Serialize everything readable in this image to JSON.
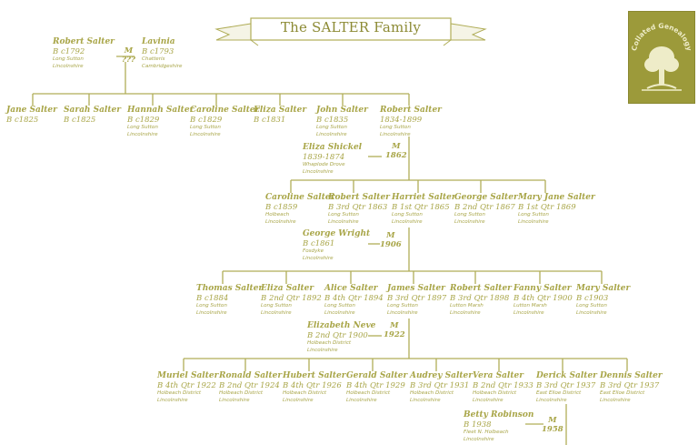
{
  "header": {
    "title": "The SALTER Family",
    "logo_text": "Collated Genealogy"
  },
  "people": [
    {
      "name": "Robert Salter",
      "birth": "B c1792",
      "place": [
        "Long Sutton",
        "Lincolnshire"
      ]
    },
    {
      "name": "Lavinia",
      "birth": "B c1793",
      "place": [
        "Chatteris",
        "Cambridgeshire"
      ]
    },
    {
      "name": "Jane Salter",
      "birth": "B c1825",
      "place": []
    },
    {
      "name": "Sarah Salter",
      "birth": "B c1825",
      "place": []
    },
    {
      "name": "Hannah Salter",
      "birth": "B c1829",
      "place": [
        "Long Sutton",
        "Lincolnshire"
      ]
    },
    {
      "name": "Caroline Salter",
      "birth": "B c1829",
      "place": [
        "Long Sutton",
        "Lincolnshire"
      ]
    },
    {
      "name": "Eliza Salter",
      "birth": "B c1831",
      "place": []
    },
    {
      "name": "John Salter",
      "birth": "B c1835",
      "place": [
        "Long Sutton",
        "Lincolnshire"
      ]
    },
    {
      "name": "Robert Salter",
      "birth": "1834-1899",
      "place": [
        "Long Sutton",
        "Lincolnshire"
      ]
    },
    {
      "name": "Eliza Shickel",
      "birth": "1839-1874",
      "place": [
        "Whaplode Drove",
        "Lincolnshire"
      ]
    },
    {
      "name": "Caroline Salter",
      "birth": "B c1859",
      "place": [
        "Holbeach",
        "Lincolnshire"
      ]
    },
    {
      "name": "Robert Salter",
      "birth": "B 3rd Qtr 1863",
      "place": [
        "Long Sutton",
        "Lincolnshire"
      ]
    },
    {
      "name": "Harriet Salter",
      "birth": "B 1st Qtr 1865",
      "place": [
        "Long Sutton",
        "Lincolnshire"
      ]
    },
    {
      "name": "George Salter",
      "birth": "B 2nd Qtr 1867",
      "place": [
        "Long Sutton",
        "Lincolnshire"
      ]
    },
    {
      "name": "Mary Jane Salter",
      "birth": "B 1st Qtr 1869",
      "place": [
        "Long Sutton",
        "Lincolnshire"
      ]
    },
    {
      "name": "George Wright",
      "birth": "B c1861",
      "place": [
        "Fosdyke",
        "Lincolnshire"
      ]
    },
    {
      "name": "Thomas Salter",
      "birth": "B c1884",
      "place": [
        "Long Sutton",
        "Lincolnshire"
      ]
    },
    {
      "name": "Eliza Salter",
      "birth": "B 2nd Qtr 1892",
      "place": [
        "Long Sutton",
        "Lincolnshire"
      ]
    },
    {
      "name": "Alice Salter",
      "birth": "B 4th Qtr 1894",
      "place": [
        "Long Sutton",
        "Lincolnshire"
      ]
    },
    {
      "name": "James Salter",
      "birth": "B 3rd Qtr 1897",
      "place": [
        "Long Sutton",
        "Lincolnshire"
      ]
    },
    {
      "name": "Robert Salter",
      "birth": "B 3rd Qtr 1898",
      "place": [
        "Lutton Marsh",
        "Lincolnshire"
      ]
    },
    {
      "name": "Fanny Salter",
      "birth": "B 4th Qtr 1900",
      "place": [
        "Lutton Marsh",
        "Lincolnshire"
      ]
    },
    {
      "name": "Mary Salter",
      "birth": "B c1903",
      "place": [
        "Long Sutton",
        "Lincolnshire"
      ]
    },
    {
      "name": "Elizabeth Neve",
      "birth": "B 2nd Qtr 1900",
      "place": [
        "Holbeach District",
        "Lincolnshire"
      ]
    },
    {
      "name": "Muriel Salter",
      "birth": "B 4th Qtr 1922",
      "place": [
        "Holbeach District",
        "Lincolnshire"
      ]
    },
    {
      "name": "Ronald Salter",
      "birth": "B 2nd Qtr 1924",
      "place": [
        "Holbeach District",
        "Lincolnshire"
      ]
    },
    {
      "name": "Hubert Salter",
      "birth": "B 4th Qtr 1926",
      "place": [
        "Holbeach District",
        "Lincolnshire"
      ]
    },
    {
      "name": "Gerald Salter",
      "birth": "B 4th Qtr 1929",
      "place": [
        "Holbeach District",
        "Lincolnshire"
      ]
    },
    {
      "name": "Audrey Salter",
      "birth": "B 3rd Qtr 1931",
      "place": [
        "Holbeach District",
        "Lincolnshire"
      ]
    },
    {
      "name": "Vera Salter",
      "birth": "B 2nd Qtr 1933",
      "place": [
        "Holbeach District",
        "Lincolnshire"
      ]
    },
    {
      "name": "Derick Salter",
      "birth": "B 3rd Qtr 1937",
      "place": [
        "East Elloe District",
        "Lincolnshire"
      ]
    },
    {
      "name": "Dennis Salter",
      "birth": "B 3rd Qtr 1937",
      "place": [
        "East Elloe District",
        "Lincolnshire"
      ]
    },
    {
      "name": "Betty Robinson",
      "birth": "B 1938",
      "place": [
        "Fleet N. Holbeach",
        "Lincolnshire"
      ]
    }
  ],
  "marriages": [
    {
      "label": "M",
      "year": "???"
    },
    {
      "label": "M",
      "year": "1862"
    },
    {
      "label": "M",
      "year": "1906"
    },
    {
      "label": "M",
      "year": "1922"
    },
    {
      "label": "M",
      "year": "1958"
    }
  ]
}
